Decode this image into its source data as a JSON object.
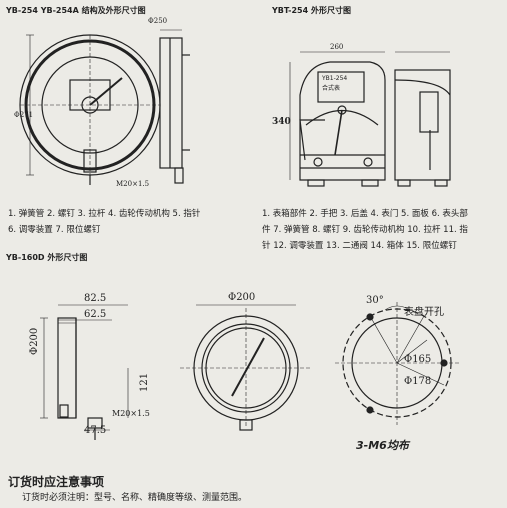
{
  "captions": {
    "top_left": "YB-254  YB-254A 结构及外形尺寸图",
    "top_right": "YBT-254 外形尺寸图",
    "bottom_left": "YB-160D 外形尺寸图"
  },
  "parts_left": {
    "line1": "1. 弹簧管   2. 螺钉   3. 拉杆   4. 齿轮传动机构   5. 指针",
    "line2": "6. 调零装置   7. 限位螺钉"
  },
  "parts_right": {
    "line1": "1. 表箱部件  2. 手把  3. 后盖  4. 表门  5. 面板  6. 表头部",
    "line2": "件  7. 弹簧管  8. 螺钉  9. 齿轮传动机构  10. 拉杆  11. 指",
    "line3": "针  12. 调零装置  13. 二通阀  14. 箱体  15. 限位螺钉"
  },
  "top_right_dims": {
    "width": "260",
    "height": "340",
    "front_label": "YB1-254",
    "tag": "合式表"
  },
  "top_left_dims": {
    "d1": "Φ271",
    "d2": "Φ250",
    "thread": "M20×1.5"
  },
  "dimensions": {
    "w1": "82.5",
    "w2": "62.5",
    "dia_side": "Φ200",
    "h121": "121",
    "bottom": "47.5",
    "thread": "M20×1.5",
    "dia_front": "Φ200",
    "angle": "30°",
    "hole_label": "表盘开孔",
    "d165": "Φ165",
    "d178": "Φ178",
    "screws": "3-M6均布"
  },
  "order_title": "订货时应注意事项",
  "order_text": "订货时必须注明：型号、名称、精确度等级、测量范围。"
}
